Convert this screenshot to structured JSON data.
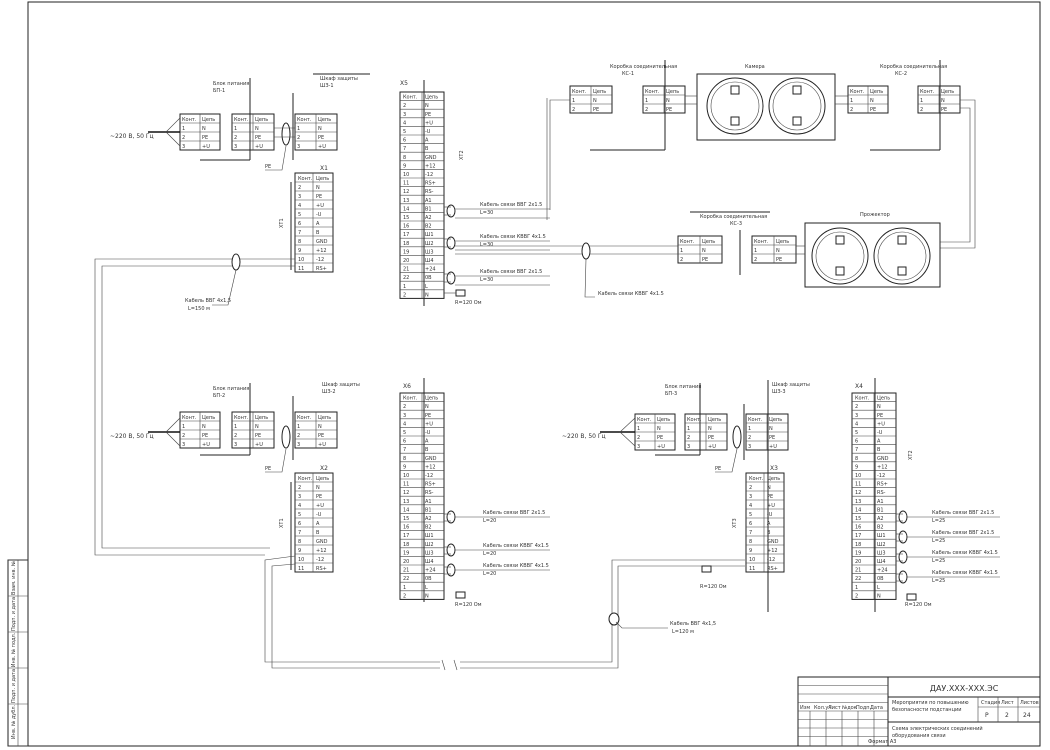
{
  "drawing_code": "ДАУ.ХХХ-ХХХ.ЭС",
  "stamp": {
    "row_labels": [
      "Изм",
      "Кол.уч",
      "Лист",
      "№док",
      "Подп.",
      "Дата"
    ],
    "title_line1": "Мероприятия по повышению",
    "title_line2": "безопасности подстанции",
    "title_line3": "Схема электрических соединений",
    "title_line4": "оборудования связи",
    "col_stage": "Стадия",
    "col_sheet": "Лист",
    "col_sheets": "Листов",
    "val_stage": "Р",
    "val_sheet": "2",
    "val_sheets": "24",
    "format": "Формат А3"
  },
  "left_margin_labels": [
    "Взам. инв. №",
    "Подп. и дата",
    "Инв. № подл.",
    "Подп. и дата",
    "Инв. № дубл."
  ],
  "devices": {
    "ups1_title": "Блок питания",
    "ups1_sub": "БП-1",
    "ups2_title": "Блок питания",
    "ups2_sub": "БП-2",
    "ups3_title": "Блок питания",
    "ups3_sub": "БП-3",
    "cab1_title": "Шкаф защиты",
    "cab1_sub": "ШЗ-1",
    "cab2_title": "Шкаф защиты",
    "cab2_sub": "ШЗ-2",
    "cab3_title": "Шкаф защиты",
    "cab3_sub": "ШЗ-3",
    "x1": "Х1",
    "x2": "Х2",
    "x3": "Х3",
    "x4": "Х4",
    "xt1": "ХТ1",
    "xt2": "ХТ2",
    "xt3": "ХТ3",
    "cam1_title": "Камера",
    "cam2_title": "Прожектор",
    "junc1": "Коробка соединительная",
    "junc1_sub": "КС-1",
    "junc2": "Коробка соединительная",
    "junc2_sub": "КС-2",
    "junc3": "Коробка соединительная",
    "junc3_sub": "КС-3"
  },
  "cables": {
    "c1": "Кабель связи ВВГ 2х1.5",
    "c1b": "Кабель связи ВВГ 2х1.5",
    "c2": "Кабель связи КВВГ 4х1.5",
    "c3": "Кабель связи ВВГ 2х1.5",
    "c4": "Кабель связи КВВГ 4х1.5",
    "trunk1": "Кабель ВВГ 4х1,5",
    "trunk1_sub": "L=150 м",
    "trunk2": "Кабель ВВГ 4х1,5",
    "trunk2_sub": "L=120 м",
    "feed1": "~220 В, 50 Гц",
    "feed2": "~220 В, 50 Гц",
    "feed3": "~220 В, 50 Гц",
    "gnd": "РЕ",
    "res": "R=120 Ом",
    "res2": "R=120 Ом",
    "res3": "R=120 Ом",
    "cab_mid": "Кабель связи КВВГ 4х1.5"
  },
  "table_headers": {
    "cont": "Конт.",
    "circ": "Цепь"
  },
  "pins": [
    "1",
    "2",
    "3",
    "4",
    "5",
    "6",
    "7",
    "8",
    "9",
    "10",
    "11",
    "12",
    "13",
    "14",
    "15",
    "16",
    "17",
    "18",
    "19",
    "20",
    "21",
    "22"
  ],
  "signals": [
    "L",
    "N",
    "PE",
    "+U",
    "-U",
    "A",
    "B",
    "GND",
    "+12",
    "-12",
    "RS+",
    "RS-",
    "A1",
    "B1",
    "A2",
    "B2",
    "Ш1",
    "Ш2",
    "Ш3",
    "Ш4",
    "+24",
    "0В"
  ]
}
